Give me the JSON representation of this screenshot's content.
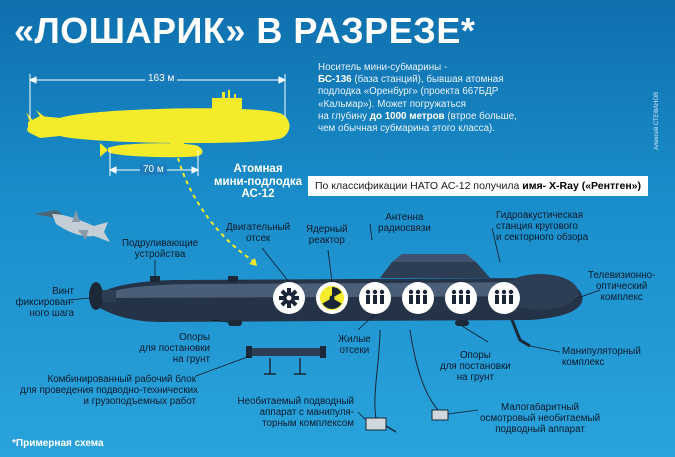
{
  "title": "«ЛОШАРИК» В РАЗРЕЗЕ*",
  "carrier": {
    "line1": "Носитель мини-субмарины -",
    "line2_bold": "БС-136",
    "line2_rest": " (база станций), бывшая атомная",
    "line3": "подлодка «Оренбург» (проекта 667БДР",
    "line4": "«Кальмар»). Может погружаться",
    "line5_pre": "на глубину ",
    "line5_bold": "до 1000 метров",
    "line5_post": " (втрое больше,",
    "line6": "чем обычная субмарина этого класса)."
  },
  "credit": "Алексей СТЕФАНОВ",
  "dims": {
    "length_carrier": "163 м",
    "length_mini": "70 м"
  },
  "minisub_label": {
    "l1": "Атомная",
    "l2": "мини-подлодка",
    "l3": "АС-12"
  },
  "classification": {
    "pre": "По классификации НАТО АС-12 получила ",
    "bold": "имя- X-Ray («Рентген»)"
  },
  "labels": {
    "propulsion": {
      "l1": "Подруливающие",
      "l2": "устройства"
    },
    "engine": {
      "l1": "Двигательный",
      "l2": "отсек"
    },
    "reactor": {
      "l1": "Ядерный",
      "l2": "реактор"
    },
    "antenna": {
      "l1": "Антенна",
      "l2": "радиосвязи"
    },
    "sonar": {
      "l1": "Гидроакустическая",
      "l2": "станция кругового",
      "l3": "и секторного обзора"
    },
    "tv": {
      "l1": "Телевизионно-",
      "l2": "оптический",
      "l3": "комплекс"
    },
    "propeller": {
      "l1": "Винт",
      "l2": "фиксирован-",
      "l3": "ного шага"
    },
    "supports_left": {
      "l1": "Опоры",
      "l2": "для постановки",
      "l3": "на грунт"
    },
    "living": {
      "l1": "Жилые",
      "l2": "отсеки"
    },
    "supports_right": {
      "l1": "Опоры",
      "l2": "для постановки",
      "l3": "на грунт"
    },
    "manipulator": {
      "l1": "Манипуляторный",
      "l2": "комплекс"
    },
    "work_unit": {
      "l1": "Комбинированный рабочий блок",
      "l2": "для проведения подводно-технических",
      "l3": "и грузоподъемных работ"
    },
    "uninhabited": {
      "l1": "Необитаемый подводный",
      "l2": "аппарат с манипуля-",
      "l3": "торным комплексом"
    },
    "small_uav": {
      "l1": "Малогабаритный",
      "l2": "осмотровый необитаемый",
      "l3": "подводный аппарат"
    }
  },
  "footnote": "*Примерная схема",
  "colors": {
    "background_top": "#0f6fae",
    "background_bottom": "#2aa3dc",
    "carrier_yellow": "#f4ec2a",
    "hull_dark": "#1a2638",
    "hull_mid": "#3a4b63"
  },
  "compartments": [
    {
      "icon": "gear-icon"
    },
    {
      "icon": "radiation-icon"
    },
    {
      "icon": "crew-icon"
    },
    {
      "icon": "crew-icon"
    },
    {
      "icon": "crew-icon"
    },
    {
      "icon": "crew-icon"
    }
  ]
}
